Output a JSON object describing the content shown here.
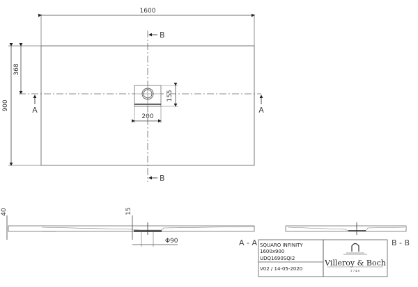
{
  "drawing": {
    "product_name": "SQUARO INFINITY",
    "size": "1600x900",
    "article_code": "UDQ1690SQI2",
    "version_date": "V02 / 14-05-2020",
    "brand": "Villeroy & Boch",
    "brand_year": "1748"
  },
  "plan_view": {
    "width_dim": "1600",
    "height_dim": "900",
    "drain_offset_dim": "368",
    "drain_box_width_dim": "200",
    "drain_box_height_dim": "155",
    "section_marker_a": "A",
    "section_marker_b": "B"
  },
  "sections": {
    "aa_label": "A - A",
    "bb_label": "B - B",
    "tray_height_dim": "40",
    "drain_depth_dim": "15",
    "drain_diameter_dim": "Φ90"
  },
  "colors": {
    "line": "#555555",
    "text": "#333333",
    "background": "#ffffff"
  }
}
